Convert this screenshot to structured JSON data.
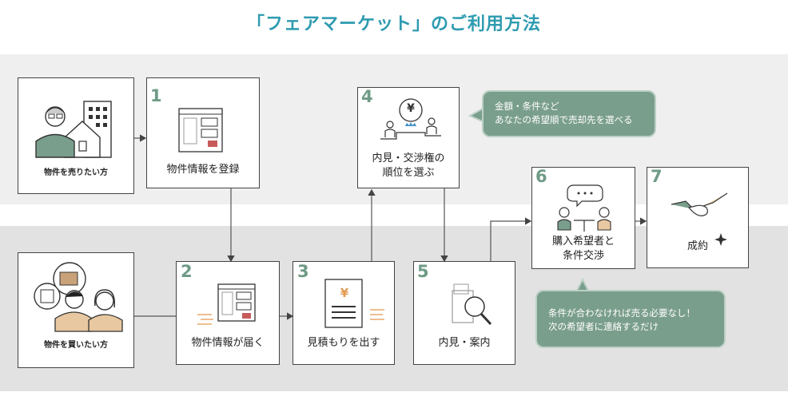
{
  "title": "「フェアマーケット」のご利用方法",
  "actors": {
    "seller": "物件を売りたい方",
    "buyer": "物件を買いたい方"
  },
  "steps": [
    {
      "num": "1",
      "label": "物件情報を登録"
    },
    {
      "num": "2",
      "label": "物件情報が届く"
    },
    {
      "num": "3",
      "label": "見積もりを出す"
    },
    {
      "num": "4",
      "label_line1": "内見・交渉権の",
      "label_line2": "順位を選ぶ"
    },
    {
      "num": "5",
      "label": "内見・案内"
    },
    {
      "num": "6",
      "label_line1": "購入希望者と",
      "label_line2": "条件交渉"
    },
    {
      "num": "7",
      "label": "成約"
    }
  ],
  "bubbles": {
    "top": {
      "line1": "金額・条件など",
      "line2": "あなたの希望順で売却先を選べる"
    },
    "bottom": {
      "line1": "条件が合わなければ売る必要なし！",
      "line2": "次の希望者に連絡するだけ"
    }
  },
  "icons": {
    "yen": "¥"
  },
  "colors": {
    "title": "#2e9bb0",
    "accent_green": "#6f9b86",
    "bubble_bg": "#7a9e8c",
    "person_tan": "#e8c8a0",
    "band_top": "#efefef",
    "band_bottom": "#e2e2e2"
  }
}
